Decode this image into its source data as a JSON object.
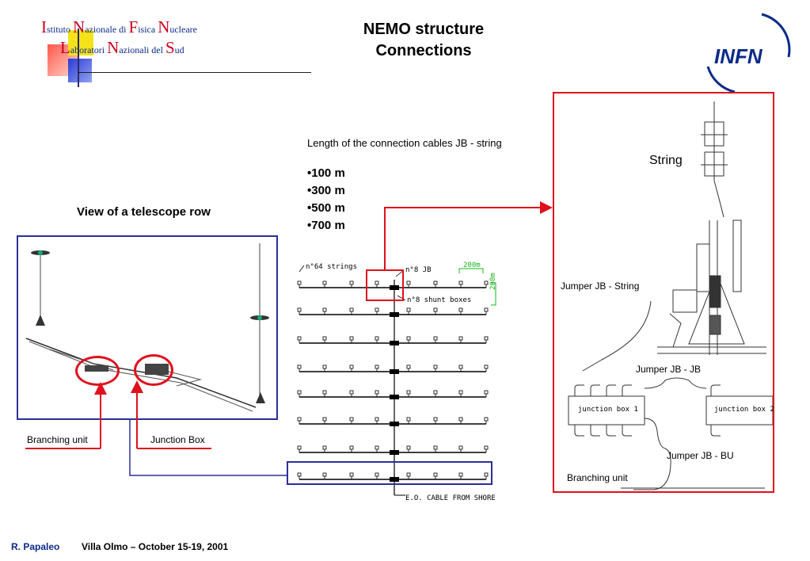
{
  "header": {
    "institute_line1_parts": [
      {
        "cap": "I",
        "rest": "stituto "
      },
      {
        "cap": "N",
        "rest": "azionale di "
      },
      {
        "cap": "F",
        "rest": "isica "
      },
      {
        "cap": "N",
        "rest": "ucleare"
      }
    ],
    "institute_line2_parts": [
      {
        "cap": "L",
        "rest": "aboratori "
      },
      {
        "cap": "N",
        "rest": "azionali del "
      },
      {
        "cap": "S",
        "rest": "ud"
      }
    ],
    "title_line1": "NEMO structure",
    "title_line2": "Connections",
    "logo_text": "INFN"
  },
  "left_panel": {
    "heading": "View of a telescope row",
    "label_branching": "Branching unit",
    "label_junction": "Junction Box"
  },
  "middle": {
    "cable_heading": "Length of  the connection cables JB - string",
    "lengths": [
      "•100 m",
      "•300 m",
      "•500 m",
      "•700 m"
    ],
    "diagram_labels": {
      "strings": "n°64 strings",
      "jb": "n°8 JB",
      "shunt": "n°8 shunt boxes",
      "spacing_h": "200m",
      "spacing_v": "200m",
      "cable": "E.O. CABLE FROM SHORE"
    }
  },
  "right_panel": {
    "string_label": "String",
    "jumper_jb_string": "Jumper JB - String",
    "jumper_jb_jb": "Jumper JB - JB",
    "junction_box_1": "junction box 1",
    "junction_box_2": "junction box 2",
    "jumper_jb_bu": "Jumper JB - BU",
    "branching_unit": "Branching unit"
  },
  "footer": {
    "author": "R. Papaleo",
    "event": "Villa Olmo – October 15-19, 2001"
  },
  "colors": {
    "accent_red": "#e0101c",
    "frame_blue": "#2b2f9a",
    "green": "#19b419",
    "navy": "#0b2a8a"
  }
}
